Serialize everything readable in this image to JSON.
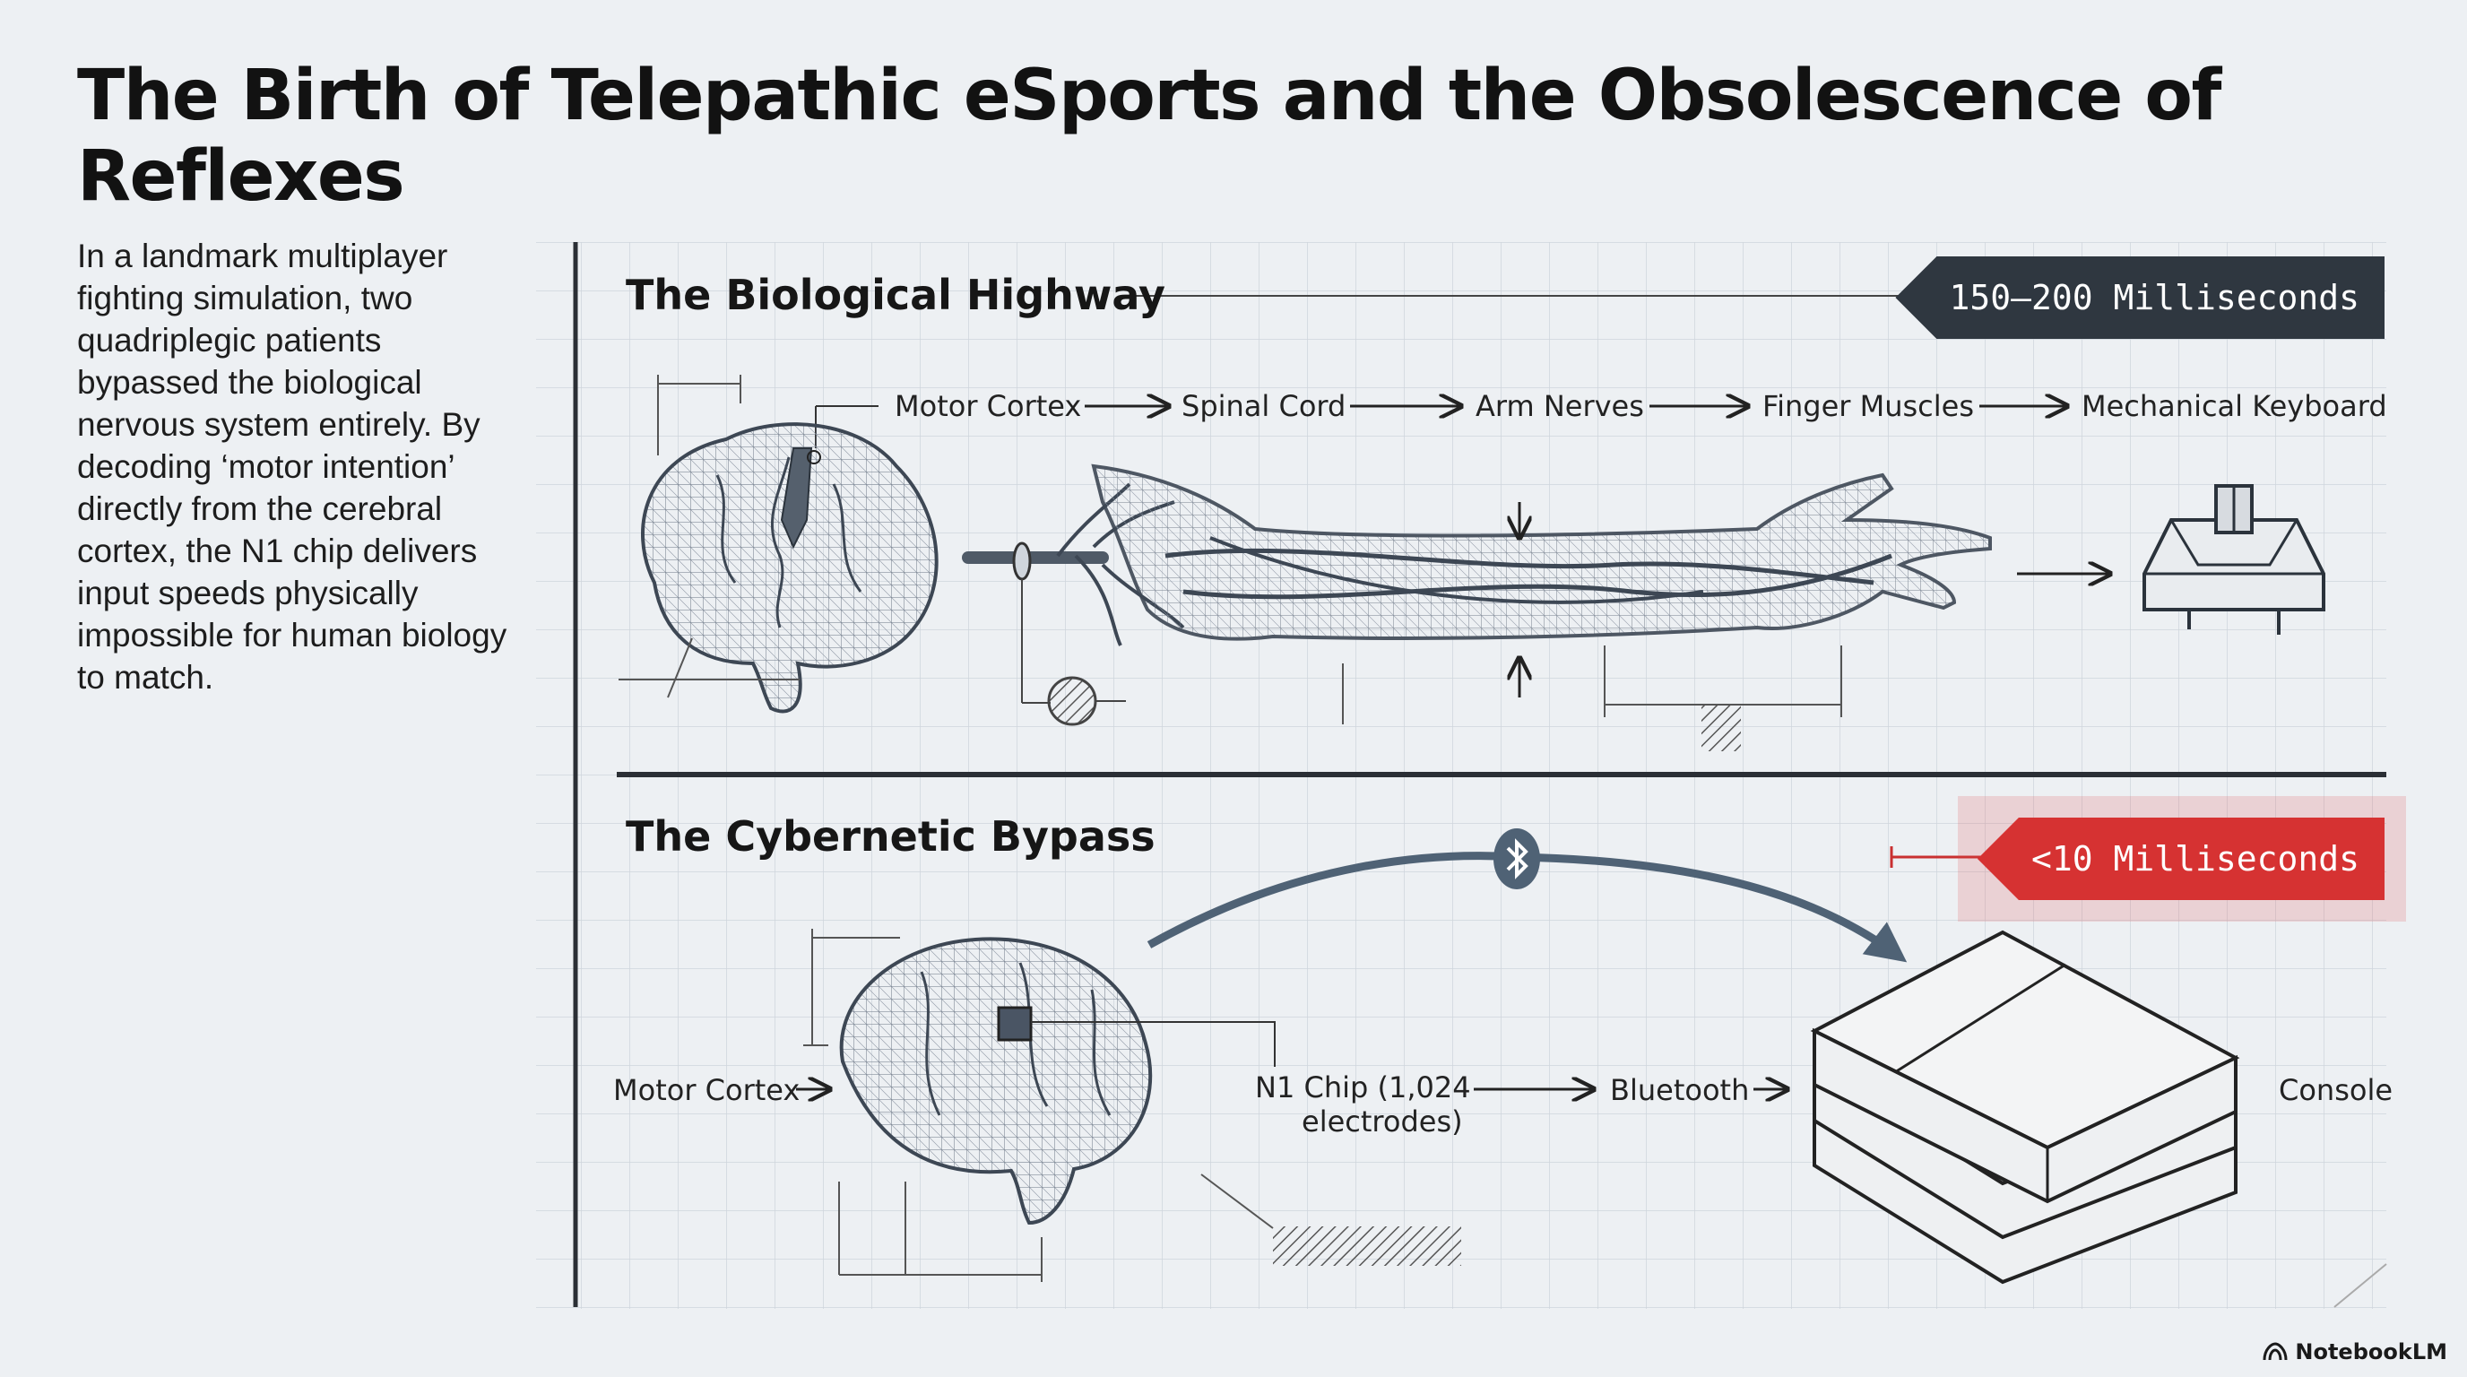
{
  "title": "The Birth of Telepathic eSports and the Obsolescence of Reflexes",
  "intro": "In a landmark multiplayer fighting simulation, two quadriplegic patients bypassed the biological nervous system entirely. By decoding ‘motor intention’ directly from the cerebral cortex, the N1 chip delivers input speeds physically impossible for human biology to match.",
  "biological": {
    "title": "The Biological Highway",
    "latency": "150–200 Milliseconds",
    "steps": [
      "Motor Cortex",
      "Spinal Cord",
      "Arm Nerves",
      "Finger Muscles",
      "Mechanical Keyboard"
    ]
  },
  "cybernetic": {
    "title": "The Cybernetic Bypass",
    "latency": "<10 Milliseconds",
    "steps": {
      "cortex": "Motor Cortex",
      "chip_line1": "N1 Chip (1,024",
      "chip_line2": "electrodes)",
      "bluetooth": "Bluetooth",
      "console": "Console"
    }
  },
  "icons": {
    "brain": "brain-icon",
    "arm": "arm-icon",
    "keyboard": "keyswitch-icon",
    "console": "console-icon",
    "bluetooth": "bluetooth-icon",
    "chip": "chip-icon"
  },
  "colors": {
    "accent_red": "#d63232",
    "dark_badge": "#2f3740",
    "line": "#2b3a4a"
  },
  "brand": "NotebookLM"
}
